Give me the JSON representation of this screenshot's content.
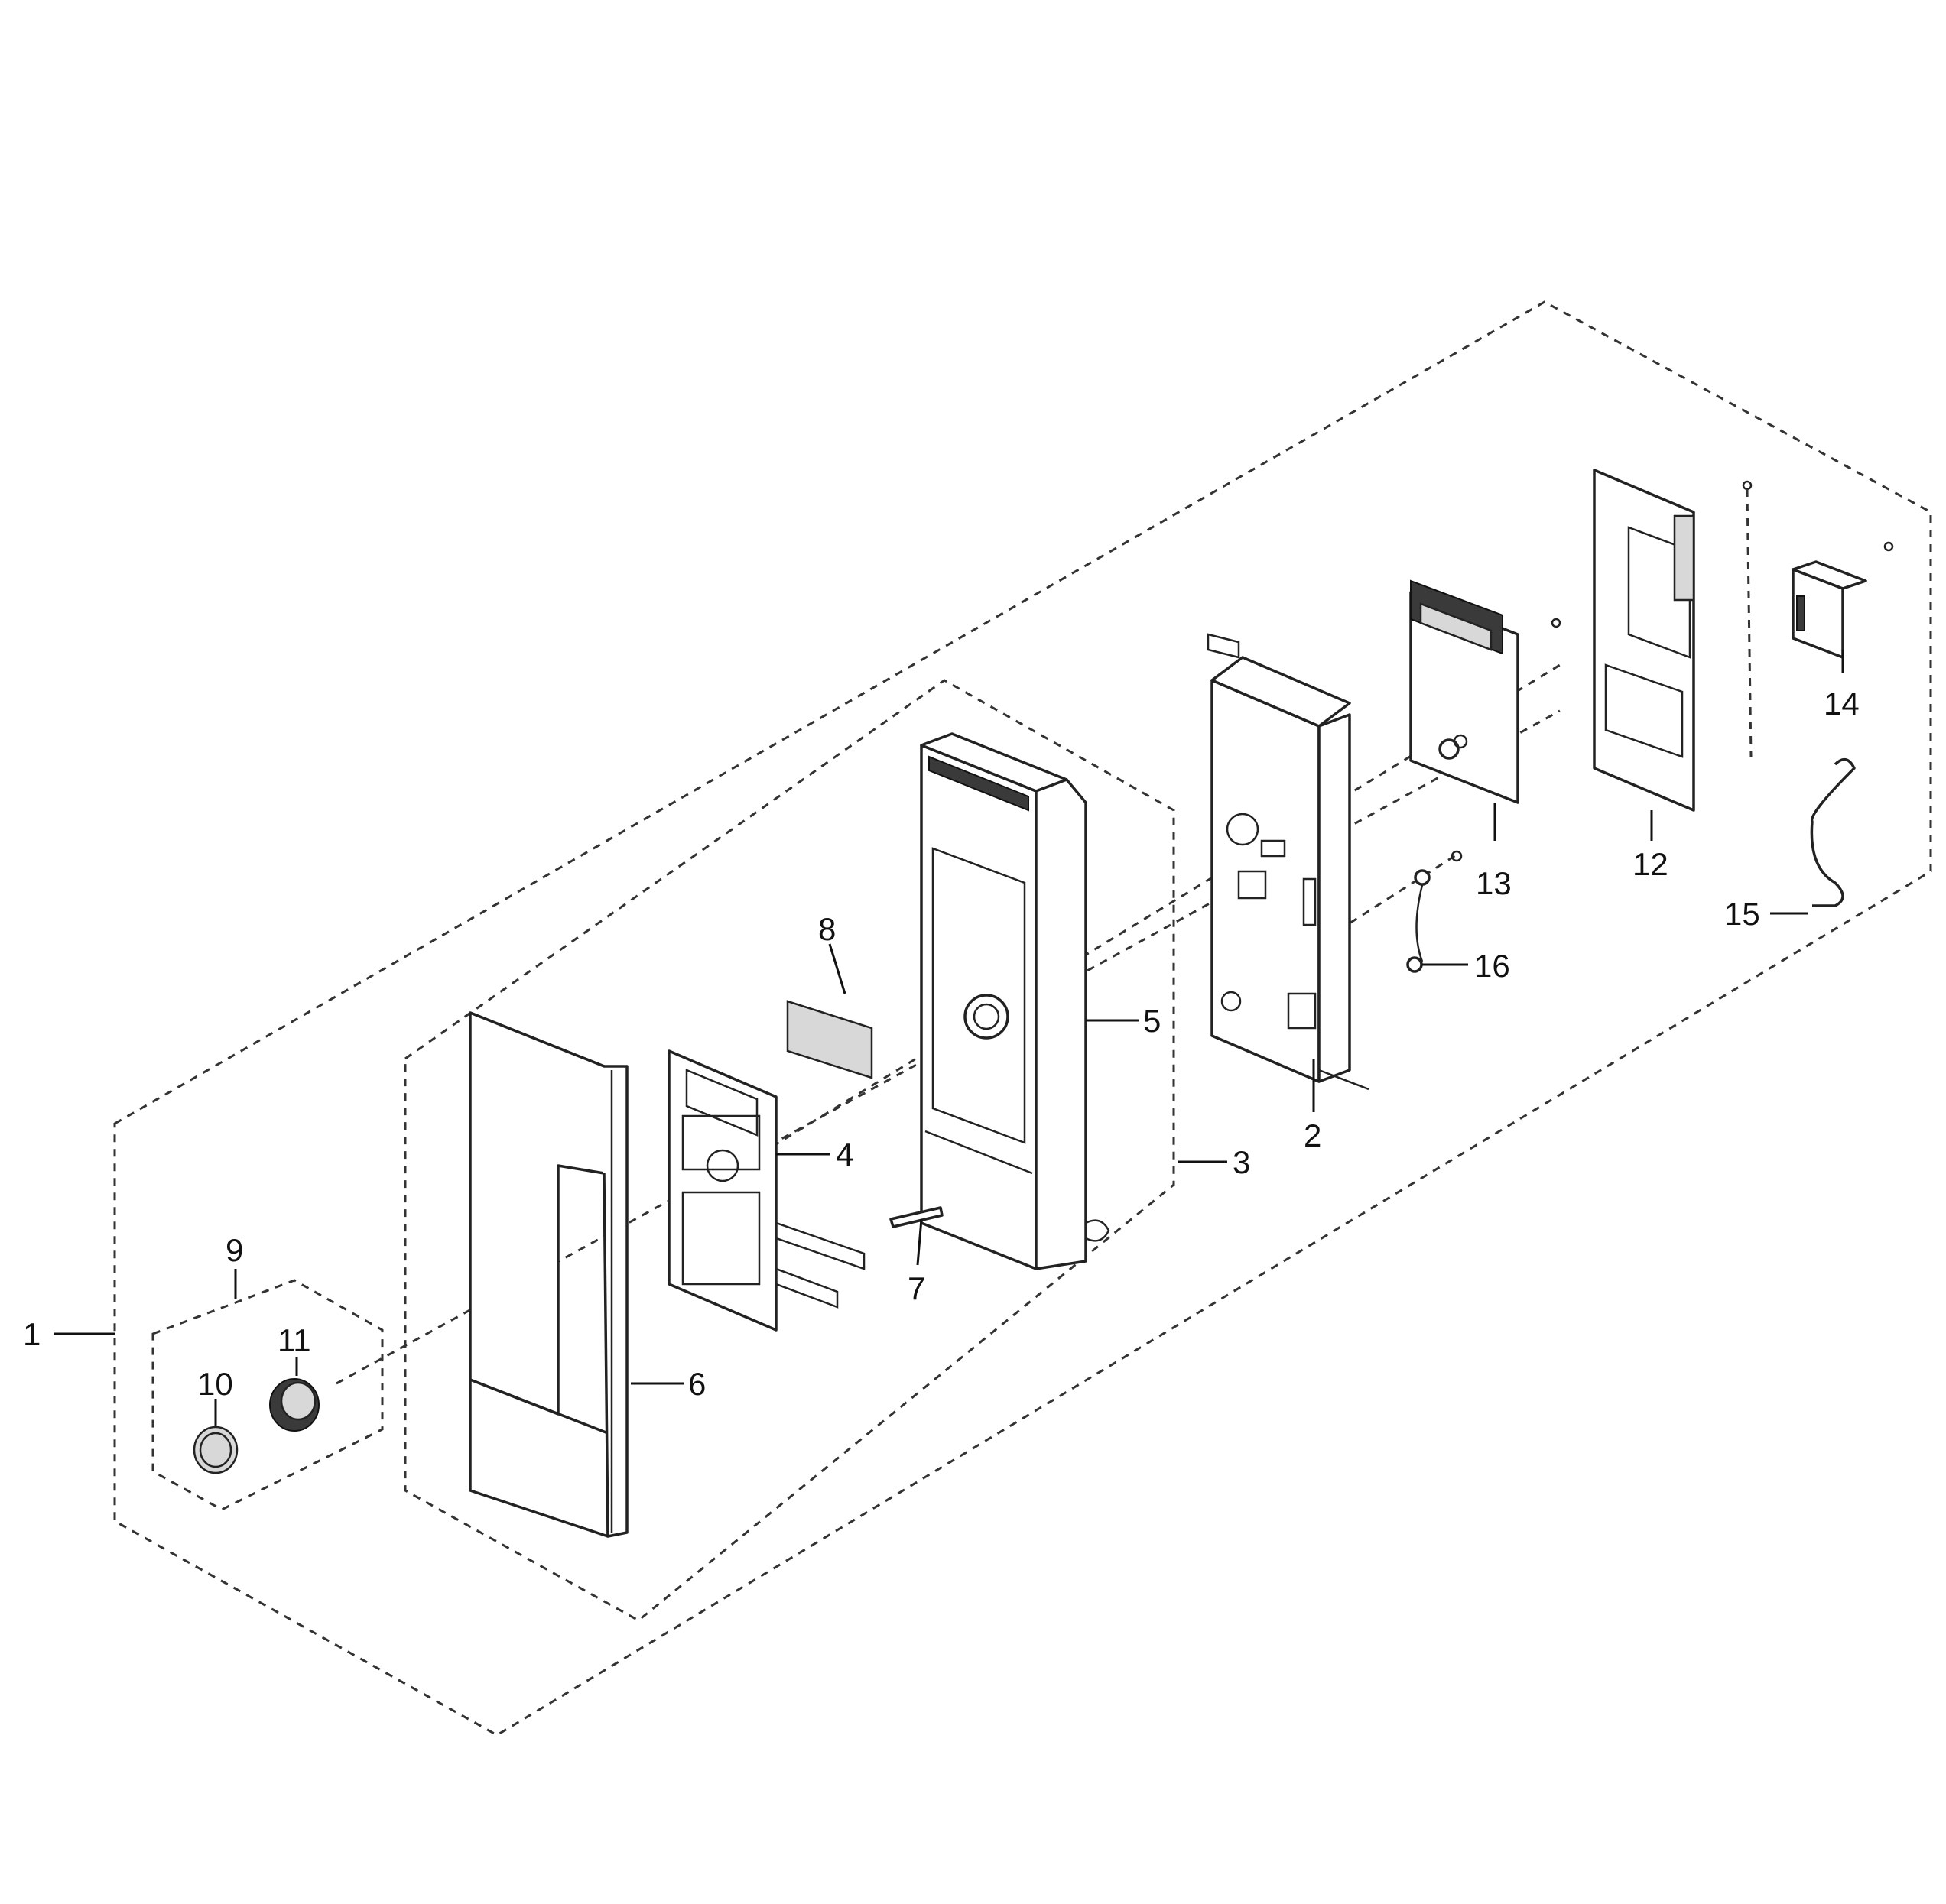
{
  "callouts": [
    "1",
    "2",
    "3",
    "4",
    "5",
    "6",
    "7",
    "8",
    "9",
    "10",
    "11",
    "12",
    "13",
    "14",
    "15",
    "16"
  ],
  "colors": {
    "line": "#222222",
    "background": "#ffffff"
  }
}
